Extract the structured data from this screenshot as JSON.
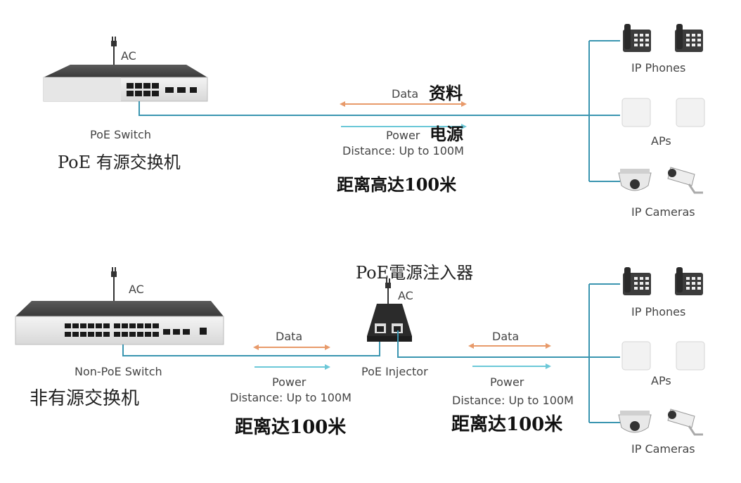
{
  "top": {
    "ac": "AC",
    "switch_label": "PoE Switch",
    "switch_label_cn": "PoE 有源交换机",
    "data_label": "Data",
    "data_cn": "资料",
    "power_label": "Power",
    "power_cn": "电源",
    "distance": "Distance: Up to 100M",
    "distance_cn": "距离高达100米"
  },
  "bottom": {
    "ac_switch": "AC",
    "ac_injector": "AC",
    "injector_cn": "PoE電源注入器",
    "switch_label": "Non-PoE Switch",
    "switch_label_cn": "非有源交换机",
    "injector_label": "PoE Injector",
    "left_data": "Data",
    "left_power": "Power",
    "left_distance": "Distance: Up to 100M",
    "left_distance_cn": "距离达100米",
    "right_data": "Data",
    "right_power": "Power",
    "right_distance": "Distance: Up to 100M",
    "right_distance_cn": "距离达100米"
  },
  "devices": {
    "phones": "IP Phones",
    "aps": "APs",
    "cameras": "IP Cameras"
  },
  "colors": {
    "cable": "#3a95b0",
    "data_arrow": "#e89a6a",
    "power_arrow": "#6cc8d8",
    "device_dark": "#3c3c3c",
    "port": "#eeeeee"
  }
}
